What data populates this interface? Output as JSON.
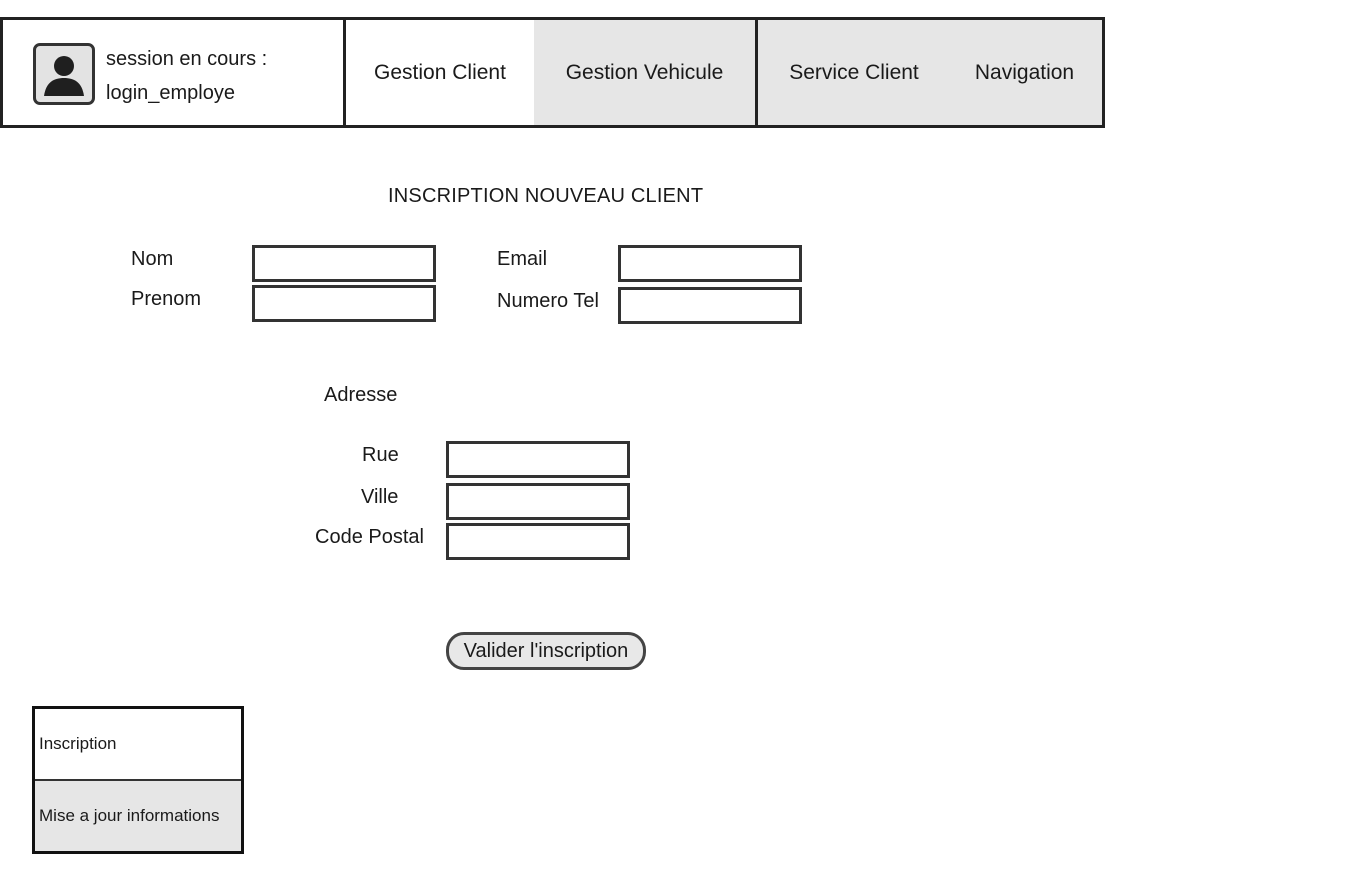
{
  "header": {
    "session_line1": "session en cours :",
    "session_line2": "login_employe",
    "avatar_icon": "user-silhouette-icon",
    "tabs": [
      {
        "label": "Gestion Client",
        "active": true
      },
      {
        "label": "Gestion Vehicule",
        "active": false
      },
      {
        "label": "Service Client",
        "active": false
      },
      {
        "label": "Navigation",
        "active": false
      }
    ]
  },
  "form": {
    "title": "INSCRIPTION NOUVEAU CLIENT",
    "nom_label": "Nom",
    "prenom_label": "Prenom",
    "email_label": "Email",
    "tel_label": "Numero Tel",
    "adresse_label": "Adresse",
    "rue_label": "Rue",
    "ville_label": "Ville",
    "cp_label": "Code Postal",
    "values": {
      "nom": "",
      "prenom": "",
      "email": "",
      "tel": "",
      "rue": "",
      "ville": "",
      "cp": ""
    },
    "submit_label": "Valider l'inscription"
  },
  "side_menu": {
    "items": [
      {
        "label": "Inscription"
      },
      {
        "label": "Mise a jour informations"
      }
    ]
  },
  "colors": {
    "border": "#222222",
    "inactive_tab": "#e6e6e6",
    "button_bg": "#e8e8e8"
  }
}
